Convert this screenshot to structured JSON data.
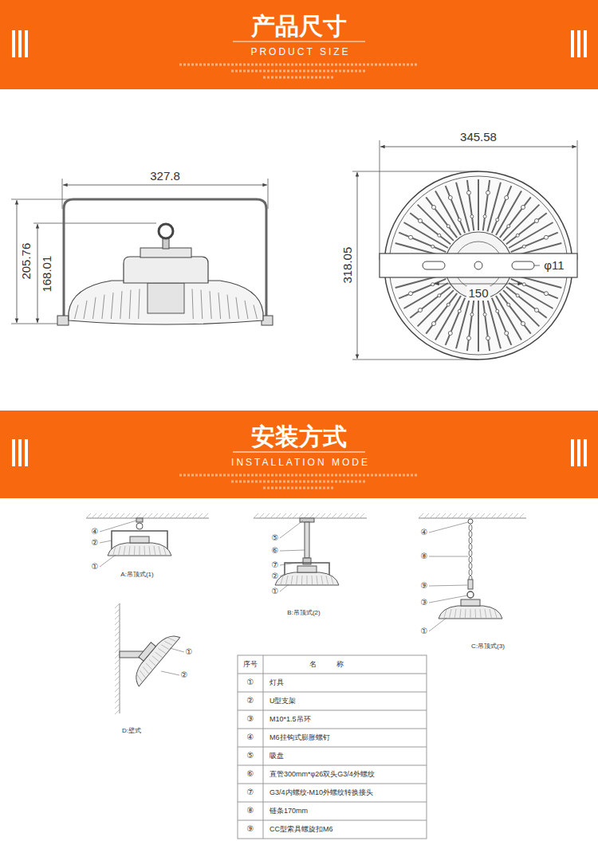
{
  "diagram": {
    "nodes": [
      {
        "text": [
          "产品尺寸",
          "PRODUCT SIZE"
        ]
      },
      {
        "text": [
          "安装方式",
          "INSTALLATION MODE"
        ]
      }
    ],
    "labels": [
      "327.8",
      "205.76",
      "168.01",
      "345.58",
      "318.05",
      "φ11",
      "150",
      "④",
      "②",
      "①",
      "A:吊顶式(1)",
      "⑤",
      "⑥",
      "⑦",
      "②",
      "①",
      "B:吊顶式(2)",
      "④",
      "⑧",
      "⑨",
      "③",
      "①",
      "C:吊顶式(3)",
      "①",
      "②",
      "D:壁式",
      "序号",
      "名 称",
      "①",
      "灯具",
      "②",
      "U型支架",
      "③",
      "M10*1.5吊环",
      "④",
      "M6挂钩式膨胀螺钉",
      "⑤",
      "吸盘",
      "⑥",
      "直管300mm*φ26双头G3/4外螺纹",
      "⑦",
      "G3/4内螺纹-M10外螺纹转换接头",
      "⑧",
      "链条170mm",
      "⑨",
      "CC型索具螺旋扣M6"
    ]
  }
}
